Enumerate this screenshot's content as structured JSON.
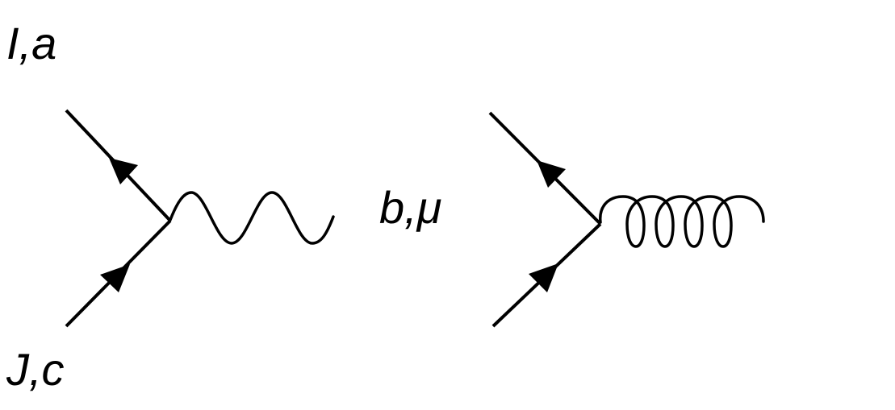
{
  "diagram": {
    "type": "feynman-vertices",
    "background": "#ffffff",
    "stroke_color": "#000000",
    "labels": {
      "top_left": "I,a",
      "bottom_left": "J,c",
      "center": "b,μ"
    },
    "vertices": [
      {
        "name": "photon-vertex",
        "fermion_lines": [
          "incoming (arrow toward vertex)",
          "outgoing (arrow away from vertex)"
        ],
        "boson": "wavy (photon)"
      },
      {
        "name": "gluon-vertex",
        "fermion_lines": [
          "incoming (arrow toward vertex)",
          "outgoing (arrow away from vertex)"
        ],
        "boson": "curly (gluon)"
      }
    ]
  }
}
